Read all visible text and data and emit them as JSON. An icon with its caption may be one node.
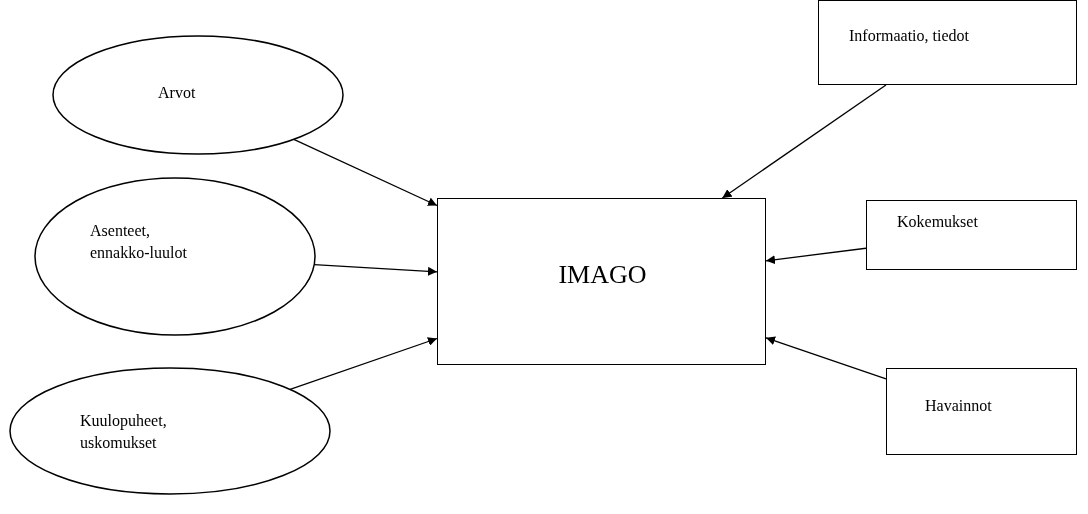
{
  "diagram": {
    "nodes": [
      {
        "text": [
          "Arvot"
        ]
      },
      {
        "text": [
          "Asenteet, ennakko-luulot"
        ]
      },
      {
        "text": [
          "Kuulopuheet, uskomukset"
        ]
      },
      {
        "text": [
          "IMAGO"
        ]
      },
      {
        "text": [
          "Informaatio, tiedot"
        ]
      },
      {
        "text": [
          "Kokemukset"
        ]
      },
      {
        "text": [
          "Havainnot"
        ]
      }
    ],
    "edges": [
      {
        "from": 0,
        "to": 3,
        "arrow": "to"
      },
      {
        "from": 1,
        "to": 3,
        "arrow": "to"
      },
      {
        "from": 2,
        "to": 3,
        "arrow": "to"
      },
      {
        "from": 4,
        "to": 3,
        "arrow": "to"
      },
      {
        "from": 5,
        "to": 3,
        "arrow": "to"
      },
      {
        "from": 6,
        "to": 3,
        "arrow": "to"
      }
    ]
  }
}
